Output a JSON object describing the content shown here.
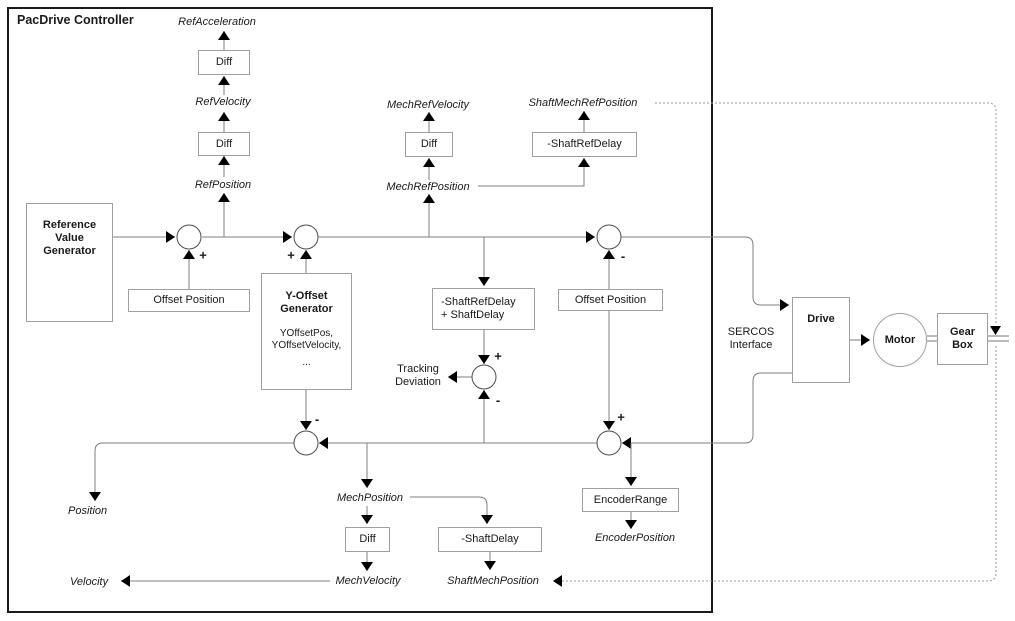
{
  "title": "PacDrive Controller",
  "labels": {
    "ref_acceleration": "RefAcceleration",
    "ref_velocity": "RefVelocity",
    "ref_position": "RefPosition",
    "mech_ref_velocity": "MechRefVelocity",
    "mech_ref_position": "MechRefPosition",
    "shaft_mech_ref_position": "ShaftMechRefPosition",
    "tracking_line1": "Tracking",
    "tracking_line2": "Deviation",
    "position": "Position",
    "velocity": "Velocity",
    "mech_position": "MechPosition",
    "mech_velocity": "MechVelocity",
    "shaft_mech_position": "ShaftMechPosition",
    "encoder_position": "EncoderPosition",
    "sercos_line1": "SERCOS",
    "sercos_line2": "Interface"
  },
  "blocks": {
    "diff": "Diff",
    "offset_position": "Offset Position",
    "minus_shaft_ref_delay": "-ShaftRefDelay",
    "delay_sum_line1": "-ShaftRefDelay",
    "delay_sum_line2": "+ ShaftDelay",
    "minus_shaft_delay": "-ShaftDelay",
    "encoder_range": "EncoderRange",
    "rvg_line1": "Reference",
    "rvg_line2": "Value",
    "rvg_line3": "Generator",
    "yog_line1": "Y-Offset",
    "yog_line2": "Generator",
    "yog_param1": "YOffsetPos,",
    "yog_param2": "YOffsetVelocity,",
    "yog_param3": "...",
    "drive": "Drive",
    "motor": "Motor",
    "gear_line1": "Gear",
    "gear_line2": "Box"
  },
  "junctions": {
    "j1_sign": "+",
    "j2_sign": "+",
    "j3_sign": "-",
    "j4_sign_top": "+",
    "j4_sign_bottom": "-",
    "j5_sign": "+",
    "j6_sign": "-"
  },
  "colors": {
    "wire": "#7f7f7f",
    "box_border": "#a0a0a0",
    "controller_border": "#1a1a1a",
    "arrow": "#000000"
  }
}
